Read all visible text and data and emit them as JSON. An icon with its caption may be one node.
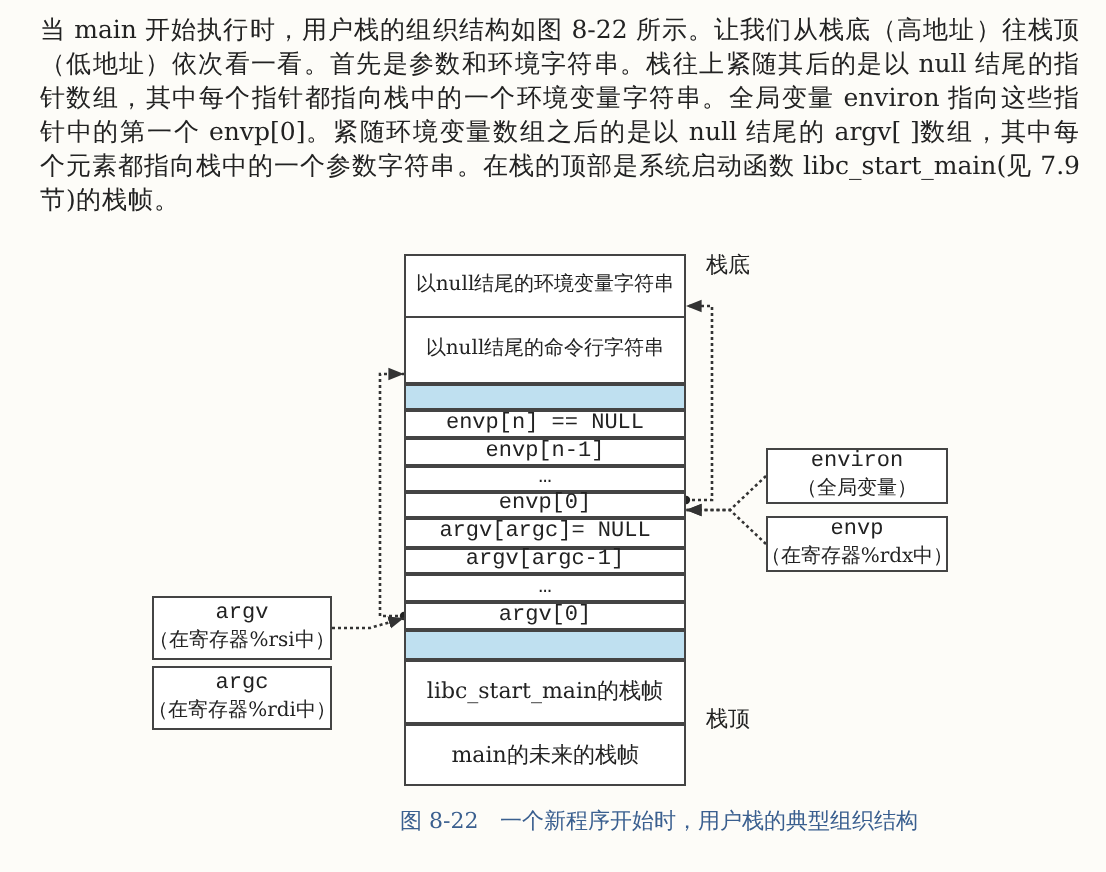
{
  "diagram": {
    "caption": "图 8-22　一个新程序开始时，用户栈的典型组织结构",
    "nodes": [
      {
        "text": [
          "以null结尾的环境变量字符串"
        ]
      },
      {
        "text": [
          "以null结尾的命令行字符串"
        ]
      },
      {
        "text": [],
        "shape": "box"
      },
      {
        "text": [
          "envp[n] == NULL"
        ]
      },
      {
        "text": [
          "envp[n-1]"
        ]
      },
      {
        "text": [
          "…"
        ]
      },
      {
        "text": [
          "envp[0]"
        ]
      },
      {
        "text": [
          "argv[argc]= NULL"
        ]
      },
      {
        "text": [
          "argv[argc-1]"
        ]
      },
      {
        "text": [
          "…"
        ]
      },
      {
        "text": [
          "argv[0]"
        ]
      },
      {
        "text": [],
        "shape": "box"
      },
      {
        "text": [
          "libc_start_main的栈帧"
        ]
      },
      {
        "text": [
          "main的未来的栈帧"
        ]
      },
      {
        "text": [
          "environ",
          "（全局变量）"
        ]
      },
      {
        "text": [
          "envp",
          "（在寄存器%rdx中）"
        ]
      },
      {
        "text": [
          "argv",
          "（在寄存器%rsi中）"
        ]
      },
      {
        "text": [
          "argc",
          "（在寄存器%rdi中）"
        ]
      }
    ],
    "edges": [
      {
        "from": 6,
        "to": 0,
        "arrow": "to",
        "style": "dashed"
      },
      {
        "from": 10,
        "to": 1,
        "arrow": "to",
        "style": "dashed"
      },
      {
        "from": 14,
        "to": 6,
        "arrow": "to",
        "style": "dashed"
      },
      {
        "from": 15,
        "to": 6,
        "arrow": "to",
        "style": "dashed"
      },
      {
        "from": 16,
        "to": 10,
        "arrow": "to",
        "style": "dashed"
      }
    ],
    "labels": [
      "当 main 开始执行时，用户栈的组织结构如图 8-22 所示。让我们从栈底（高地址）往栈顶（低地址）依次看一看。首先是参数和环境字符串。栈往上紧随其后的是以 null 结尾的指针数组，其中每个指针都指向栈中的一个环境变量字符串。全局变量 environ 指向这些指针中的第一个 envp[0]。紧随环境变量数组之后的是以 null 结尾的 argv[ ]数组，其中每个元素都指向栈中的一个参数字符串。在栈的顶部是系统启动函数 libc_start_main(见 7.9 节)的栈帧。",
      "栈底",
      "栈顶"
    ]
  }
}
